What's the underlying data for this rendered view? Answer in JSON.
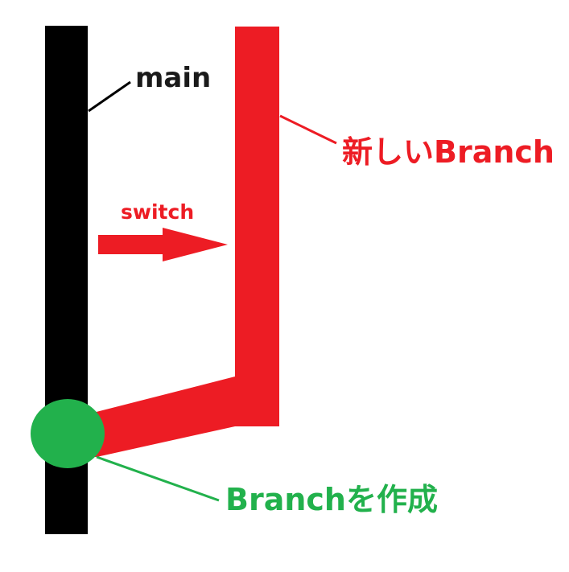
{
  "labels": {
    "main": "main",
    "new_branch": "新しいBranch",
    "switch": "switch",
    "create_branch": "Branchを作成"
  },
  "colors": {
    "main_branch": "#000000",
    "new_branch": "#ed1c24",
    "commit_node": "#22b14c",
    "background": "#ffffff"
  }
}
